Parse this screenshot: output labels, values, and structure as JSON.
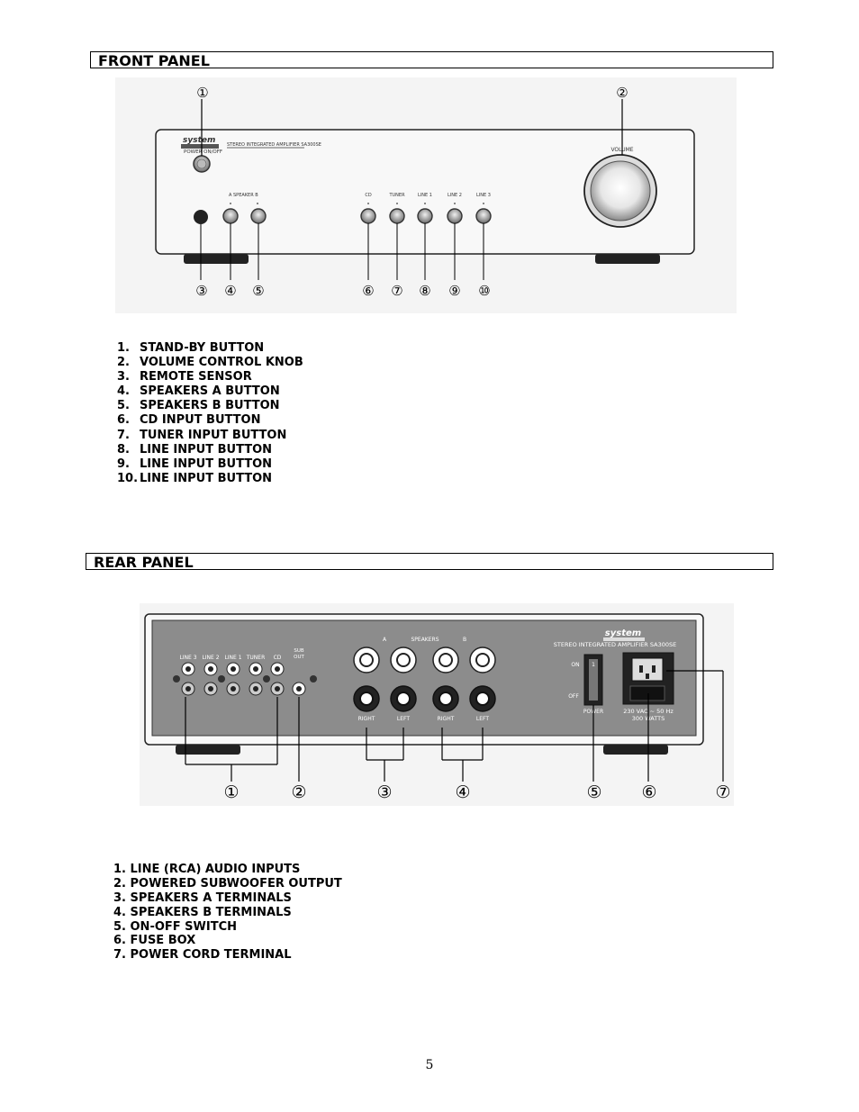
{
  "front": {
    "header": "FRONT PANEL",
    "device": {
      "brand_line1": "system",
      "brand_line2": "fidelity",
      "model_text": "STEREO INTEGRATED AMPLIFIER SA300SE",
      "power_label": "POWER ON/OFF",
      "volume_label": "VOLUME",
      "speaker_label": "A  SPEAKER  B",
      "input_labels": [
        "CD",
        "TUNER",
        "LINE 1",
        "LINE 2",
        "LINE 3"
      ]
    },
    "callouts": [
      "①",
      "②",
      "③",
      "④",
      "⑤",
      "⑥",
      "⑦",
      "⑧",
      "⑨",
      "⑩"
    ],
    "items": [
      {
        "num": "1.",
        "label": "STAND-BY BUTTON"
      },
      {
        "num": "2.",
        "label": "VOLUME CONTROL KNOB"
      },
      {
        "num": "3.",
        "label": "REMOTE SENSOR"
      },
      {
        "num": "4.",
        "label": "SPEAKERS A BUTTON"
      },
      {
        "num": "5.",
        "label": "SPEAKERS B BUTTON"
      },
      {
        "num": "6.",
        "label": "CD INPUT BUTTON"
      },
      {
        "num": "7.",
        "label": "TUNER INPUT BUTTON"
      },
      {
        "num": "8.",
        "label": "LINE INPUT BUTTON"
      },
      {
        "num": "9.",
        "label": "LINE INPUT BUTTON"
      },
      {
        "num": "10.",
        "label": "LINE INPUT BUTTON"
      }
    ]
  },
  "rear": {
    "header": "REAR PANEL",
    "device": {
      "brand_line1": "system",
      "brand_line2": "fidelity",
      "model_text": "STEREO INTEGRATED AMPLIFIER SA300SE",
      "input_labels": [
        "LINE 3",
        "LINE 2",
        "LINE 1",
        "TUNER",
        "CD"
      ],
      "sub_label_1": "SUB",
      "sub_label_2": "OUT",
      "speaker_a": "A",
      "speakers": "SPEAKERS",
      "speaker_b": "B",
      "right": "RIGHT",
      "left": "LEFT",
      "on": "ON",
      "off": "OFF",
      "switch_mark": "1",
      "power": "POWER",
      "rating_1": "230 VAC ~ 50 Hz",
      "rating_2": "300 WATTS"
    },
    "callouts": [
      "①",
      "②",
      "③",
      "④",
      "⑤",
      "⑥",
      "⑦"
    ],
    "items": [
      "1. LINE (RCA) AUDIO INPUTS",
      "2. POWERED SUBWOOFER OUTPUT",
      "3. SPEAKERS A TERMINALS",
      "4. SPEAKERS B TERMINALS",
      "5. ON-OFF SWITCH",
      "6. FUSE BOX",
      "7. POWER CORD TERMINAL"
    ]
  },
  "page_number": "5"
}
